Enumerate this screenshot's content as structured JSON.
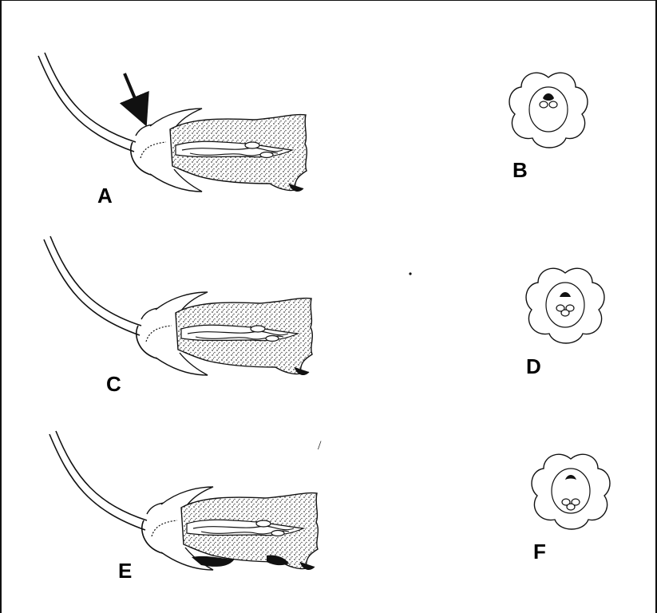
{
  "figure": {
    "panels": [
      {
        "id": "A",
        "label": "A",
        "kind": "flower-side-view",
        "has_arrow": true
      },
      {
        "id": "B",
        "label": "B",
        "kind": "flower-floral-diagram"
      },
      {
        "id": "C",
        "label": "C",
        "kind": "flower-side-view",
        "has_arrow": false
      },
      {
        "id": "D",
        "label": "D",
        "kind": "flower-floral-diagram"
      },
      {
        "id": "E",
        "label": "E",
        "kind": "flower-side-view",
        "has_arrow": false
      },
      {
        "id": "F",
        "label": "F",
        "kind": "flower-floral-diagram"
      }
    ],
    "stray_mark": "/"
  },
  "colors": {
    "ink": "#111111",
    "stipple": "#444444",
    "background": "#ffffff"
  }
}
